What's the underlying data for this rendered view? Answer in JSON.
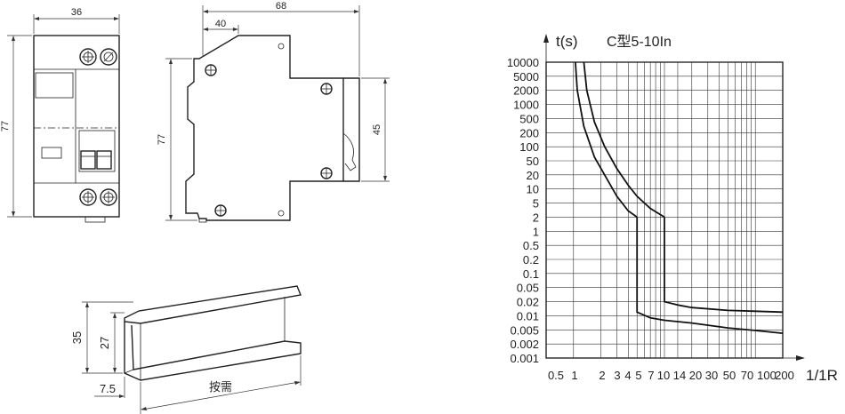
{
  "drawings": {
    "front_view": {
      "width_dim": "36",
      "height_dim": "77"
    },
    "side_view": {
      "overall_width_dim": "68",
      "partial_width_dim": "40",
      "height_dim": "77",
      "right_height_dim": "45"
    },
    "rail": {
      "height_dim": "35",
      "inner_height_dim": "27",
      "flange_dim": "7.5",
      "length_label": "按需"
    }
  },
  "chart_data": {
    "type": "line",
    "title": "C型5-10In",
    "ylabel": "t(s)",
    "xlabel": "1/1R",
    "yscale": "log",
    "xscale": "log",
    "ylim": [
      0.001,
      10000
    ],
    "xlim": [
      0.5,
      200
    ],
    "y_tick_labels": [
      "10000",
      "5000",
      "2000",
      "1000",
      "500",
      "200",
      "100",
      "50",
      "20",
      "10",
      "5",
      "2",
      "1",
      "0.5",
      "0.2",
      "0.1",
      "0.05",
      "0.02",
      "0.01",
      "0.005",
      "0.002",
      "0.001"
    ],
    "y_tick_values": [
      10000,
      5000,
      2000,
      1000,
      500,
      200,
      100,
      50,
      20,
      10,
      5,
      2,
      1,
      0.5,
      0.2,
      0.1,
      0.05,
      0.02,
      0.01,
      0.005,
      0.002,
      0.001
    ],
    "x_tick_labels": [
      "0.5",
      "1",
      "2",
      "3",
      "4",
      "5",
      "7",
      "10",
      "14",
      "20",
      "30",
      "50",
      "70",
      "100",
      "200"
    ],
    "x_tick_values": [
      0.5,
      1,
      2,
      3,
      4,
      5,
      7,
      10,
      14,
      20,
      30,
      50,
      70,
      100,
      200
    ],
    "grid": true,
    "series": [
      {
        "values_x": [
          1.05,
          1.1,
          1.3,
          1.7,
          2.2,
          3,
          4,
          5
        ],
        "values_y": [
          10000,
          2000,
          300,
          60,
          20,
          7,
          3,
          2
        ]
      },
      {
        "values_x": [
          5,
          5,
          7,
          10,
          20,
          50,
          100,
          200
        ],
        "values_y": [
          2,
          0.012,
          0.009,
          0.008,
          0.007,
          0.0055,
          0.0048,
          0.004
        ]
      },
      {
        "values_x": [
          1.3,
          1.4,
          1.7,
          2.2,
          3,
          4,
          5,
          7,
          10
        ],
        "values_y": [
          10000,
          2000,
          400,
          100,
          30,
          12,
          7,
          3.5,
          2
        ]
      },
      {
        "values_x": [
          10,
          10,
          14,
          20,
          50,
          100,
          200
        ],
        "values_y": [
          2,
          0.02,
          0.017,
          0.015,
          0.013,
          0.0125,
          0.012
        ]
      }
    ]
  }
}
